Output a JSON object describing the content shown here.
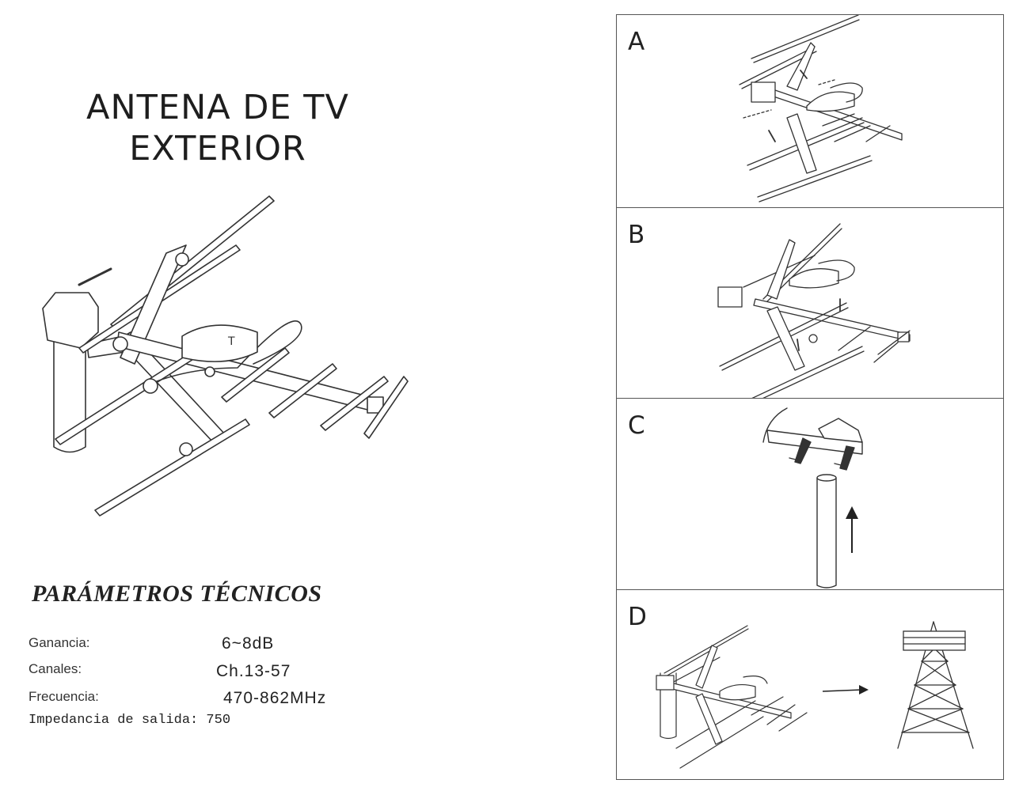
{
  "title": {
    "line1": "ANTENA DE TV",
    "line2": "EXTERIOR"
  },
  "parameters": {
    "heading": "PARÁMETROS TÉCNICOS",
    "gain": {
      "label": "Ganancia:",
      "value": "6~8dB"
    },
    "channels": {
      "label": "Canales:",
      "value": "Ch.13-57"
    },
    "frequency": {
      "label": "Frecuencia:",
      "value": "470-862MHz"
    },
    "impedance": "Impedancia de salida: 750"
  },
  "steps": {
    "a": "A",
    "b": "B",
    "c": "C",
    "d": "D"
  },
  "icons": [
    "antenna-illustration",
    "pole-icon",
    "arrow-up-icon",
    "arrow-right-icon",
    "transmission-tower-icon"
  ]
}
